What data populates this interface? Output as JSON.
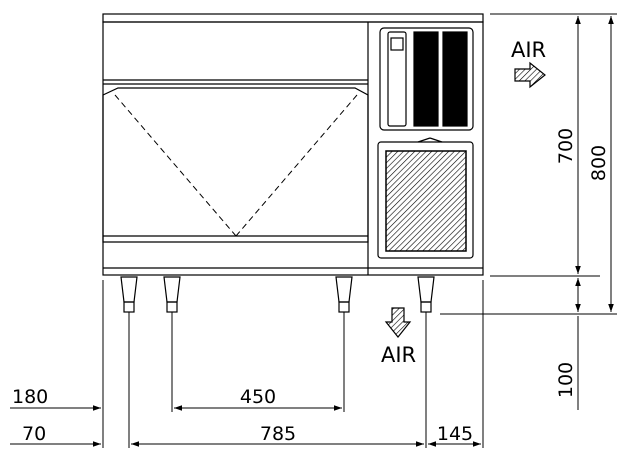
{
  "airflow": {
    "side_label": "AIR",
    "bottom_label": "AIR"
  },
  "dimensions": {
    "height_condenser": "700",
    "height_total": "800",
    "leg_height": "100",
    "left_offset_upper": "180",
    "left_offset_lower": "70",
    "inner_leg_span": "450",
    "leg_span": "785",
    "right_offset": "145"
  },
  "colors": {
    "line": "#000000",
    "background": "#ffffff"
  }
}
